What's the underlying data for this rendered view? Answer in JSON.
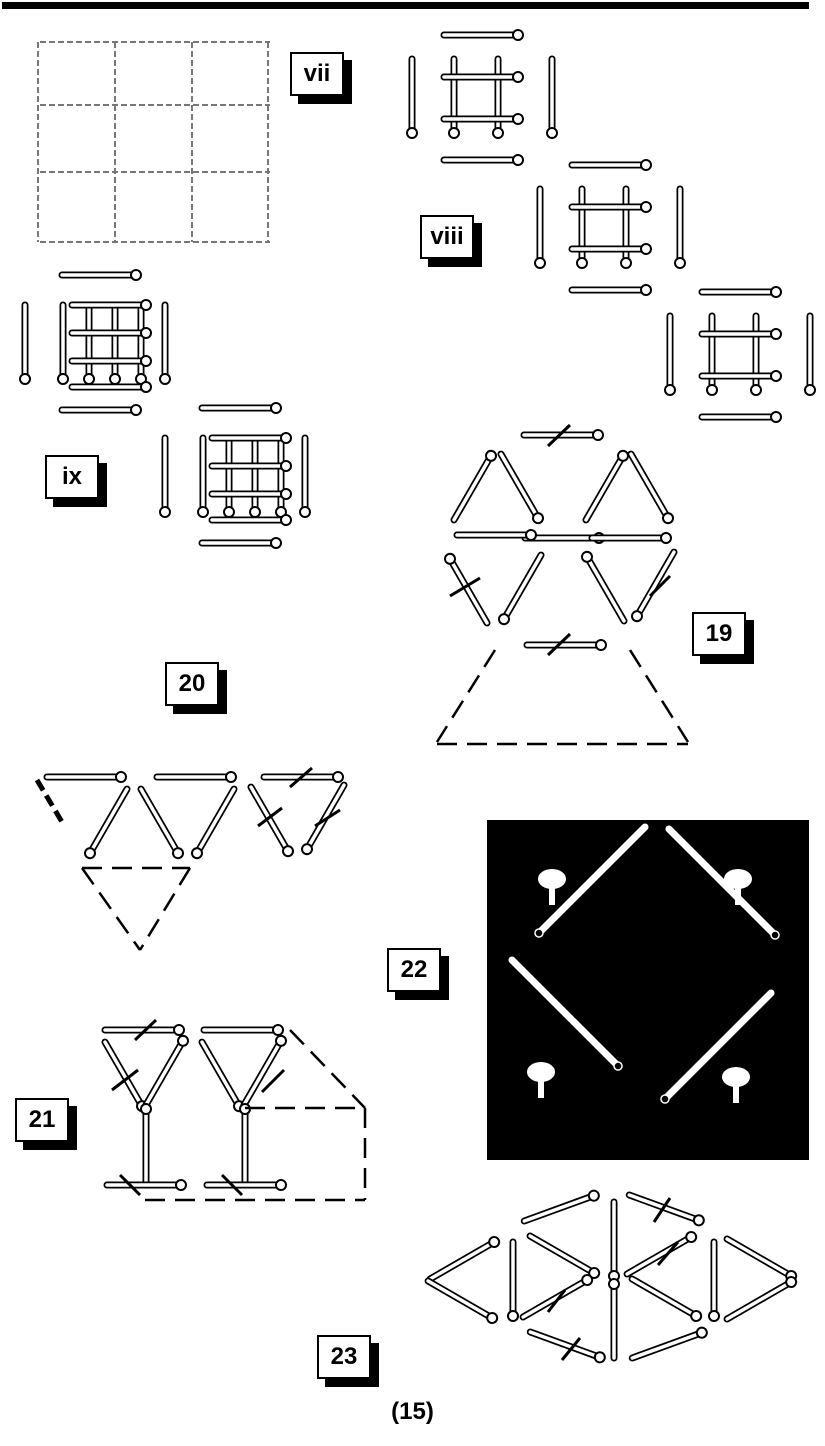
{
  "labels": {
    "vii": "vii",
    "viii": "viii",
    "ix": "ix",
    "p19": "19",
    "p20": "20",
    "p21": "21",
    "p22": "22",
    "p23": "23"
  },
  "page_number": "(15)"
}
